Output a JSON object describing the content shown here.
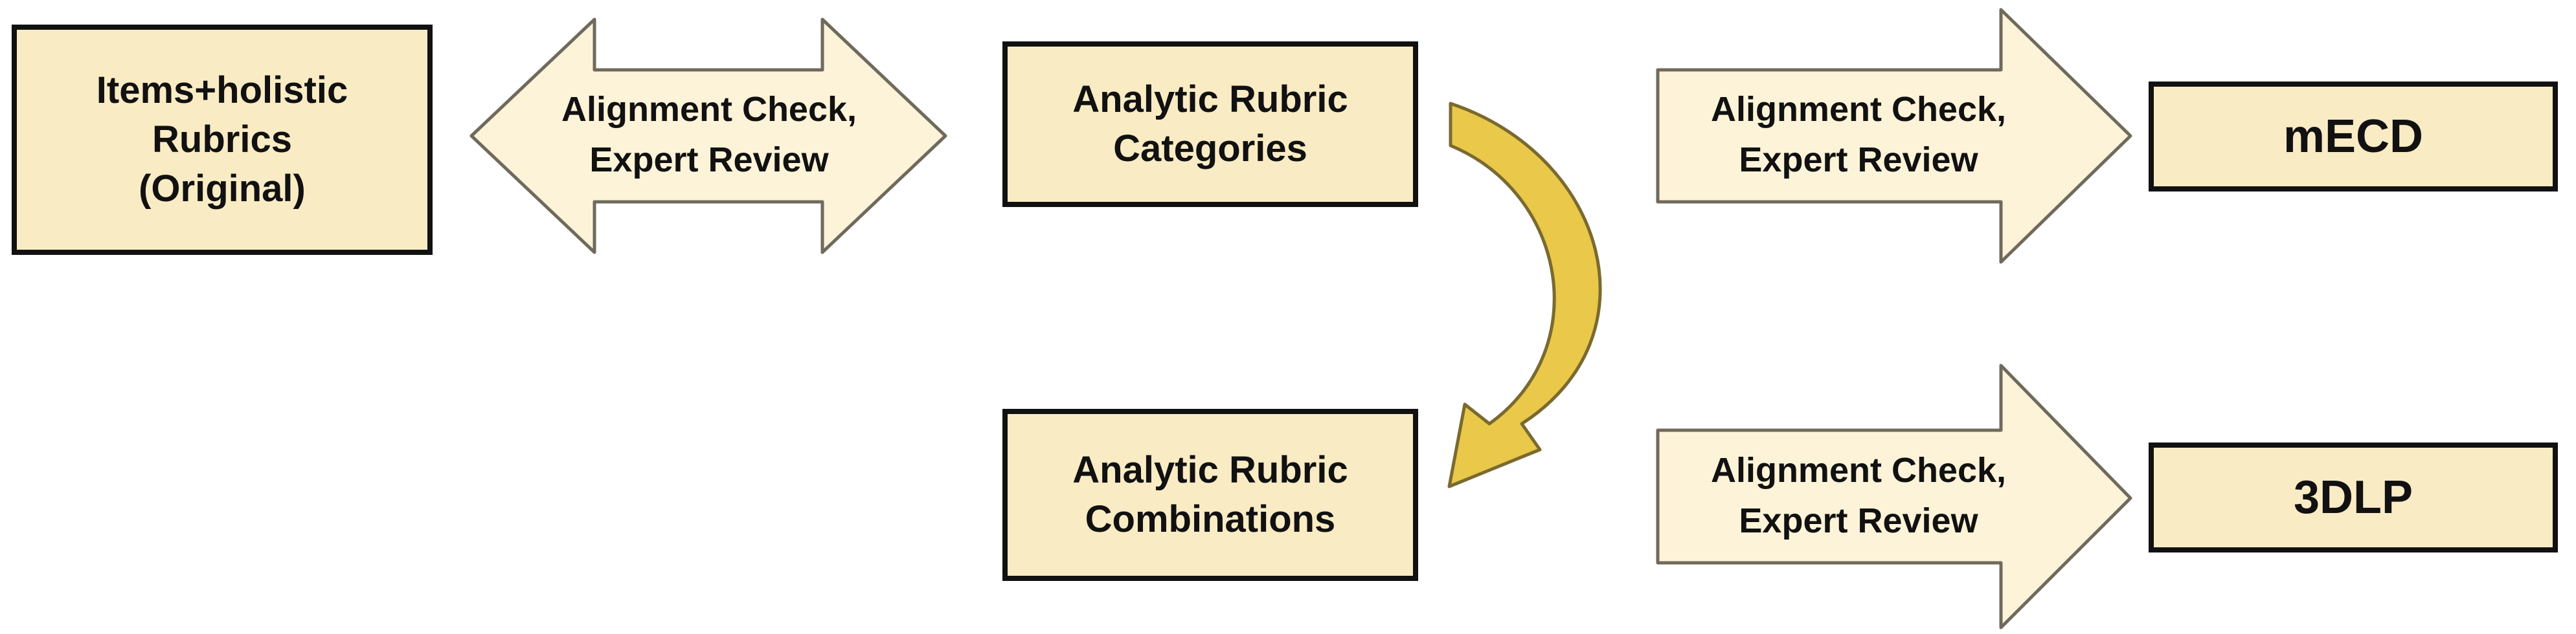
{
  "boxes": {
    "original": "Items+holistic\nRubrics\n(Original)",
    "categories": "Analytic Rubric\nCategories",
    "combinations": "Analytic Rubric\nCombinations",
    "mecd": "mECD",
    "threedlp": "3DLP"
  },
  "arrows": {
    "double": "Alignment Check,\nExpert Review",
    "to_mecd": "Alignment Check,\nExpert Review",
    "to_3dlp": "Alignment Check,\nExpert Review"
  },
  "colors": {
    "box_fill": "#f9ebc4",
    "arrow_fill": "#fdf3d8",
    "arrow_stroke": "#6f6a5c",
    "curved_arrow_fill": "#e9c84a",
    "border": "#111111"
  }
}
